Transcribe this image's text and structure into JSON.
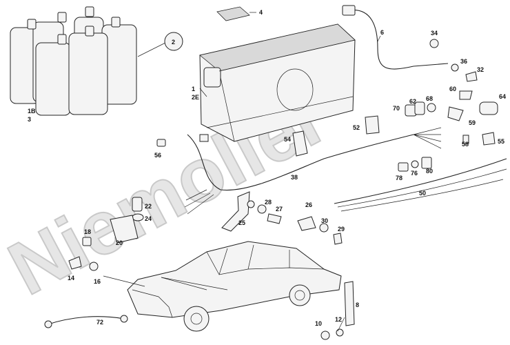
{
  "watermark": "Niemoller",
  "callouts": {
    "c1": "1",
    "c2e": "2E",
    "c1b": "1B",
    "c3": "3",
    "c2": "2",
    "c4": "4",
    "c6": "6",
    "c34": "34",
    "c36": "36",
    "c32": "32",
    "c60": "60",
    "c64": "64",
    "c70": "70",
    "c62": "62",
    "c68": "68",
    "c52": "52",
    "c59": "59",
    "c58": "58",
    "c55": "55",
    "c54": "54",
    "c56": "56",
    "c38": "38",
    "c78": "78",
    "c76": "76",
    "c80": "80",
    "c50": "50",
    "c22": "22",
    "c24": "24",
    "c28": "28",
    "c27": "27",
    "c26": "26",
    "c25": "25",
    "c30": "30",
    "c29": "29",
    "c18": "18",
    "c20": "20",
    "c14": "14",
    "c16": "16",
    "c8": "8",
    "c10": "10",
    "c12": "12",
    "c72": "72"
  }
}
